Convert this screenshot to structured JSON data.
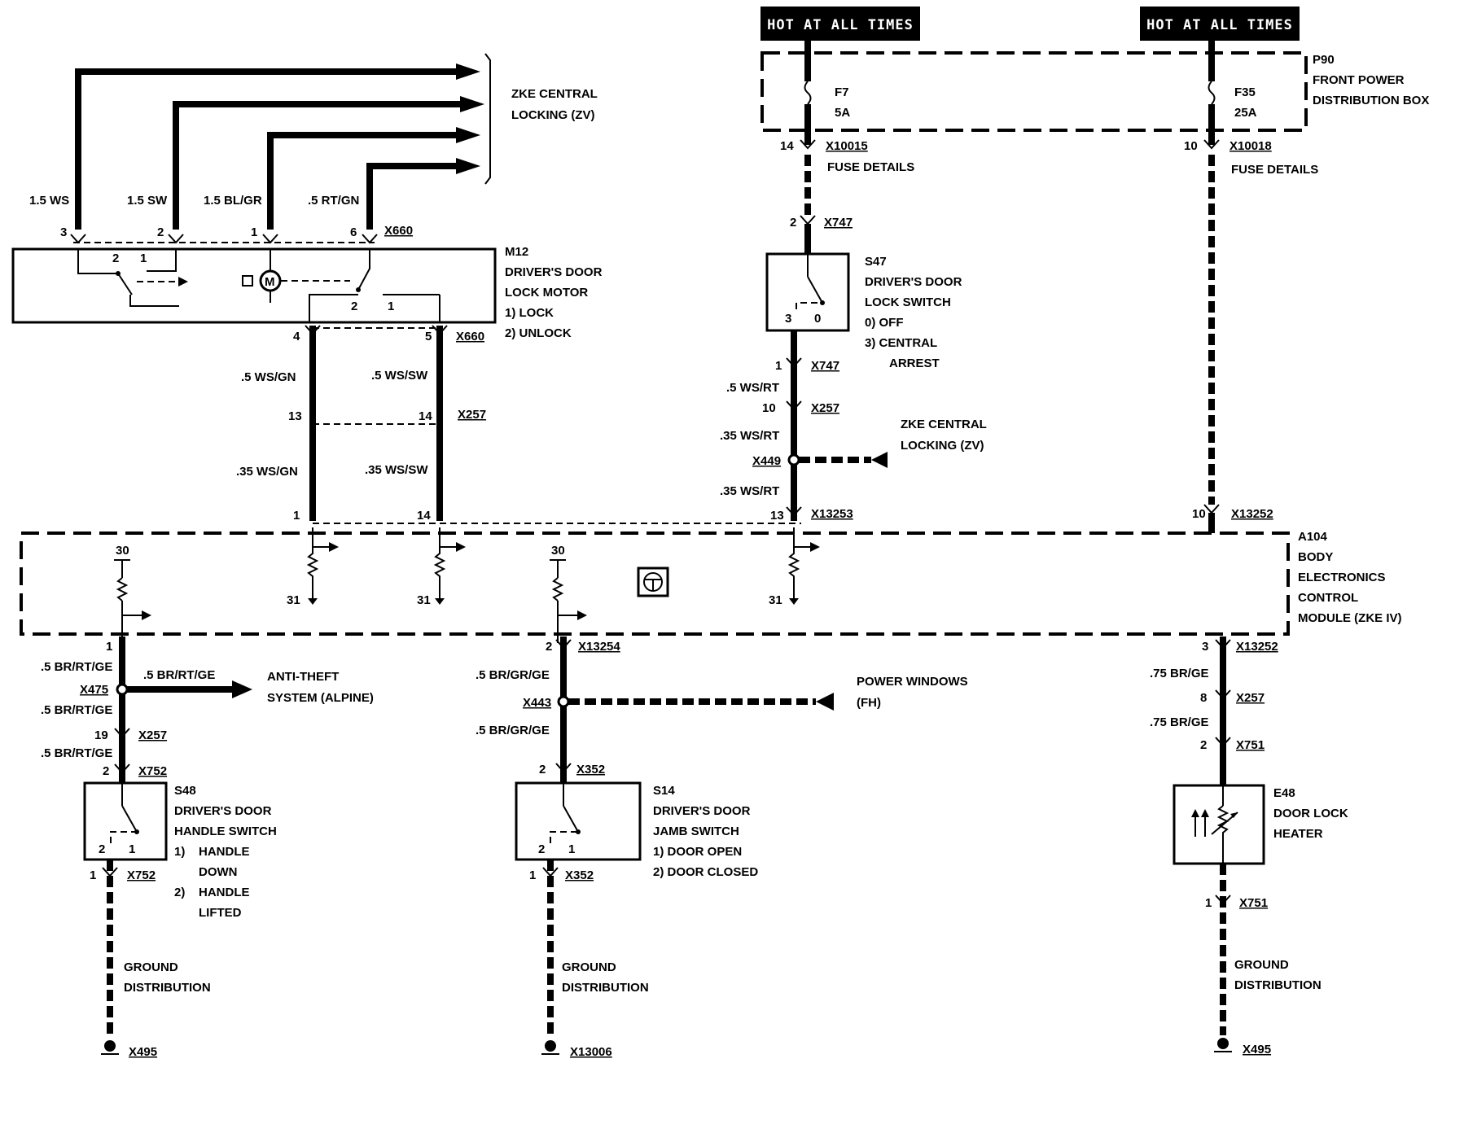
{
  "power": {
    "hot_left": "HOT AT ALL TIMES",
    "hot_right": "HOT AT ALL TIMES"
  },
  "p90": {
    "id": "P90",
    "name1": "FRONT POWER",
    "name2": "DISTRIBUTION BOX"
  },
  "fuses": [
    {
      "id": "F7",
      "rating": "5A",
      "pin": "14",
      "conn": "X10015",
      "note": "FUSE DETAILS"
    },
    {
      "id": "F35",
      "rating": "25A",
      "pin": "10",
      "conn": "X10018",
      "note": "FUSE DETAILS"
    }
  ],
  "zke_top": {
    "line1": "ZKE CENTRAL",
    "line2": "LOCKING (ZV)"
  },
  "m12": {
    "id": "M12",
    "name1": "DRIVER'S DOOR",
    "name2": "LOCK MOTOR",
    "opt1": "1)  LOCK",
    "opt2": "2)  UNLOCK",
    "conn_top": "X660",
    "conn_bottom": "X660",
    "wires": [
      "1.5 WS",
      "1.5 SW",
      "1.5 BL/GR",
      ".5 RT/GN"
    ],
    "pins_top": [
      "3",
      "2",
      "1",
      "6"
    ],
    "pins_bottom": [
      "4",
      "5"
    ],
    "int_pins_a": [
      "2",
      "1"
    ],
    "int_pins_b": [
      "2",
      "1"
    ]
  },
  "m12_harness": {
    "w1": ".5 WS/GN",
    "w2": ".5 WS/SW",
    "pin_a": "13",
    "pin_b": "14",
    "conn": "X257",
    "w3": ".35 WS/GN",
    "w4": ".35 WS/SW",
    "pin_c": "1",
    "pin_d": "14"
  },
  "s47": {
    "id": "S47",
    "name1": "DRIVER'S DOOR",
    "name2": "LOCK SWITCH",
    "opt1": "0)   OFF",
    "opt2": "3)   CENTRAL",
    "opt3": "ARREST",
    "pin_top": "2",
    "conn_top": "X747",
    "int_a": "3",
    "int_b": "0",
    "pin_bottom": "1",
    "conn_bottom": "X747",
    "w1": ".5 WS/RT",
    "pin2": "10",
    "conn2": "X257",
    "w2": ".35 WS/RT",
    "conn3": "X449",
    "w3": ".35 WS/RT",
    "pin4": "13",
    "conn4": "X13253"
  },
  "zke_mid": {
    "line1": "ZKE CENTRAL",
    "line2": "LOCKING (ZV)"
  },
  "right_feed": {
    "pin": "10",
    "conn": "X13252"
  },
  "a104": {
    "id": "A104",
    "name1": "BODY",
    "name2": "ELECTRONICS",
    "name3": "CONTROL",
    "name4": "MODULE (ZKE IV)",
    "pin30a": "30",
    "pin30b": "30",
    "pin31a": "31",
    "pin31b": "31",
    "pin31c": "31"
  },
  "s48_chain": {
    "pin1": "1",
    "w1": ".5 BR/RT/GE",
    "conn1": "X475",
    "w_branch": ".5 BR/RT/GE",
    "w2": ".5 BR/RT/GE",
    "pin2": "19",
    "conn2": "X257",
    "w3": ".5 BR/RT/GE",
    "pin3": "2",
    "conn3": "X752"
  },
  "antitheft": {
    "line1": "ANTI-THEFT",
    "line2": "SYSTEM (ALPINE)"
  },
  "s48": {
    "id": "S48",
    "name1": "DRIVER'S DOOR",
    "name2": "HANDLE SWITCH",
    "opt1": "1)",
    "opt1a": "HANDLE",
    "opt1b": "DOWN",
    "opt2": "2)",
    "opt2a": "HANDLE",
    "opt2b": "LIFTED",
    "int_a": "2",
    "int_b": "1",
    "pin_bottom": "1",
    "conn_bottom": "X752"
  },
  "s14_chain": {
    "pin1": "2",
    "conn1": "X13254",
    "w1": ".5 BR/GR/GE",
    "conn2": "X443",
    "w2": ".5 BR/GR/GE",
    "pin3": "2",
    "conn3": "X352"
  },
  "power_windows": {
    "line1": "POWER WINDOWS",
    "line2": "(FH)"
  },
  "s14": {
    "id": "S14",
    "name1": "DRIVER'S DOOR",
    "name2": "JAMB SWITCH",
    "opt1": "1)   DOOR OPEN",
    "opt2": "2)   DOOR CLOSED",
    "int_a": "2",
    "int_b": "1",
    "pin_bottom": "1",
    "conn_bottom": "X352"
  },
  "e48_chain": {
    "pin1": "3",
    "conn1": "X13252",
    "w1": ".75 BR/GE",
    "pin2": "8",
    "conn2": "X257",
    "w2": ".75 BR/GE",
    "pin3": "2",
    "conn3": "X751"
  },
  "e48": {
    "id": "E48",
    "name1": "DOOR LOCK",
    "name2": "HEATER",
    "pin_bottom": "1",
    "conn_bottom": "X751"
  },
  "grounds": [
    {
      "line1": "GROUND",
      "line2": "DISTRIBUTION",
      "conn": "X495"
    },
    {
      "line1": "GROUND",
      "line2": "DISTRIBUTION",
      "conn": "X13006"
    },
    {
      "line1": "GROUND",
      "line2": "DISTRIBUTION",
      "conn": "X495"
    }
  ]
}
